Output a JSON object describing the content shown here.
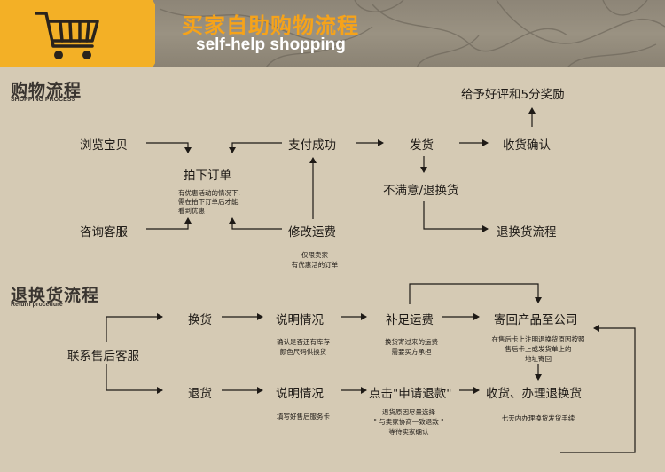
{
  "banner": {
    "title_cn": "买家自助购物流程",
    "title_en": "self-help shopping",
    "accent_color": "#f6a31a",
    "icon": "shopping-cart-icon"
  },
  "shopping": {
    "title_cn": "购物流程",
    "title_en": "SHOPPING PROCESS",
    "browse": "浏览宝贝",
    "consult": "咨询客服",
    "order": "拍下订单",
    "order_note_1": "有优惠活动的情况下,",
    "order_note_2": "需在拍下订单后才能",
    "order_note_3": "看到优惠",
    "pay": "支付成功",
    "modify": "修改运费",
    "modify_note_1": "仅限卖家",
    "modify_note_2": "有优惠活的订单",
    "ship": "发货",
    "receive": "收货确认",
    "rate": "给予好评和5分奖励",
    "unsatisfied": "不满意/退换货",
    "return_flow": "退换货流程"
  },
  "returns": {
    "title_cn": "退换货流程",
    "title_en": "Return procedure",
    "contact": "联系售后客服",
    "exchange": "换货",
    "explain_1": "说明情况",
    "explain_1_note_1": "确认是否还有库存",
    "explain_1_note_2": "颜色尺码供换货",
    "supplement": "补足运费",
    "supplement_note_1": "换货寄过来的运费",
    "supplement_note_2": "需要买方承担",
    "send_back": "寄回产品至公司",
    "send_back_note_1": "在售后卡上注明退换货原因按照",
    "send_back_note_2": "售后卡上或发货单上的",
    "send_back_note_3": "地址寄回",
    "refund": "退货",
    "explain_2": "说明情况",
    "explain_2_note": "填写好售后服务卡",
    "apply_refund": "点击\"申请退款\"",
    "apply_note_1": "退货原因尽量选择",
    "apply_note_2": "\" 与卖家协商一致退款 \"",
    "apply_note_3": "等待卖家确认",
    "receive_handle": "收货、办理退换货",
    "receive_handle_note": "七天内办理换货发货手续"
  }
}
